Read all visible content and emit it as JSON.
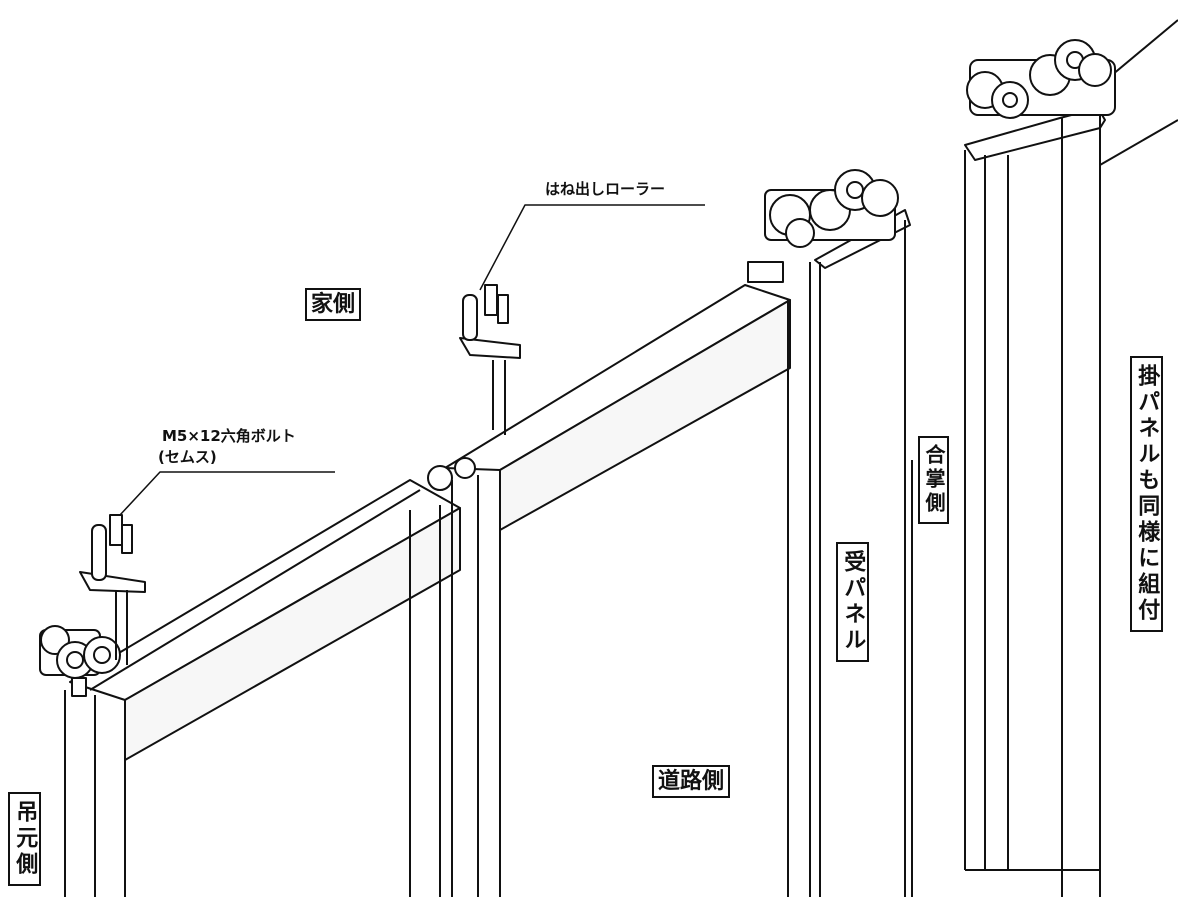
{
  "labels": {
    "house_side": "家側",
    "road_side": "道路側",
    "hang_origin_side": "吊元側",
    "receiving_panel": "受パネル",
    "meeting_side": "合掌側",
    "hanging_panel_note": "掛パネルも同様に組付",
    "spring_roller": "はね出しローラー",
    "bolt_line1": "M5×12六角ボルト",
    "bolt_line2": "(セムス)"
  },
  "colors": {
    "line": "#111111",
    "fill": "#ffffff",
    "shade": "#f2f2f2"
  }
}
